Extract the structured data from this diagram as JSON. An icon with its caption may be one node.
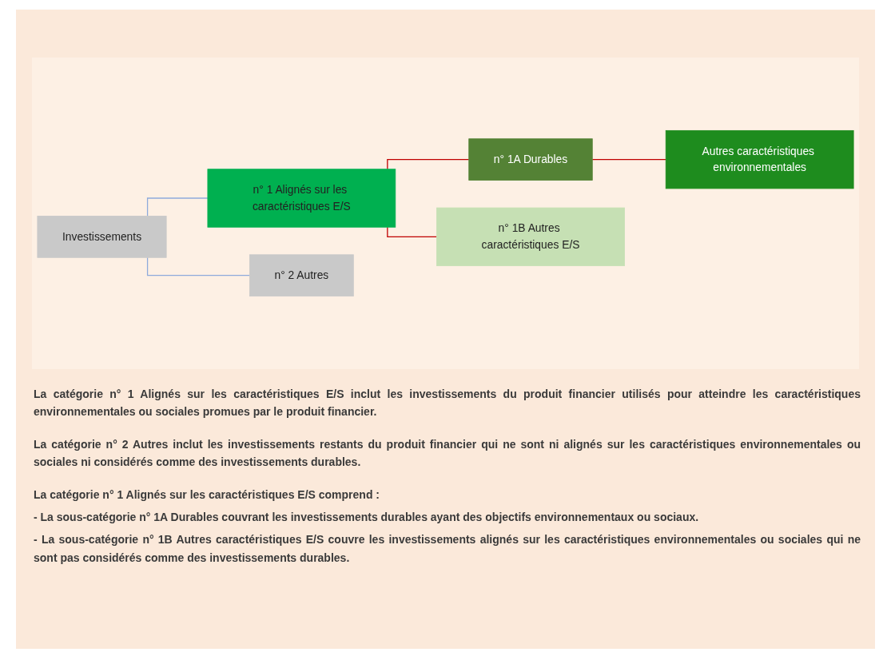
{
  "diagram": {
    "nodes": [
      {
        "text": [
          "Investissements"
        ]
      },
      {
        "text": [
          "n° 1 Alignés sur les caractéristiques E/S"
        ]
      },
      {
        "text": [
          "n° 2 Autres"
        ]
      },
      {
        "text": [
          "n° 1A Durables"
        ]
      },
      {
        "text": [
          "n° 1B Autres caractéristiques E/S"
        ]
      },
      {
        "text": [
          "Autres caractéristiques environnementales"
        ]
      }
    ],
    "edges": [
      {
        "from": 0,
        "to": 1,
        "arrow": "none",
        "color": "#8eaadb"
      },
      {
        "from": 0,
        "to": 2,
        "arrow": "none",
        "color": "#8eaadb"
      },
      {
        "from": 1,
        "to": 3,
        "arrow": "none"
      },
      {
        "from": 1,
        "to": 4,
        "arrow": "none"
      },
      {
        "from": 3,
        "to": 5,
        "arrow": "none"
      }
    ],
    "labels": [
      "La catégorie n° 1 Alignés sur les caractéristiques E/S inclut les investissements du produit financier utilisés pour atteindre les caractéristiques environnementales ou sociales promues par le produit financier.",
      "La catégorie n° 2 Autres inclut les investissements restants du produit financier qui ne sont ni alignés sur les caractéristiques environnementales ou sociales ni considérés comme des investissements durables.",
      "La catégorie n° 1 Alignés sur les caractéristiques E/S comprend :",
      "- La sous-catégorie n° 1A Durables couvrant les investissements durables ayant des objectifs environnementaux ou sociaux.",
      "- La sous-catégorie n° 1B Autres caractéristiques E/S couvre les investissements alignés sur les caractéristiques environnementales ou sociales qui ne sont pas considérés comme des investissements durables."
    ]
  }
}
